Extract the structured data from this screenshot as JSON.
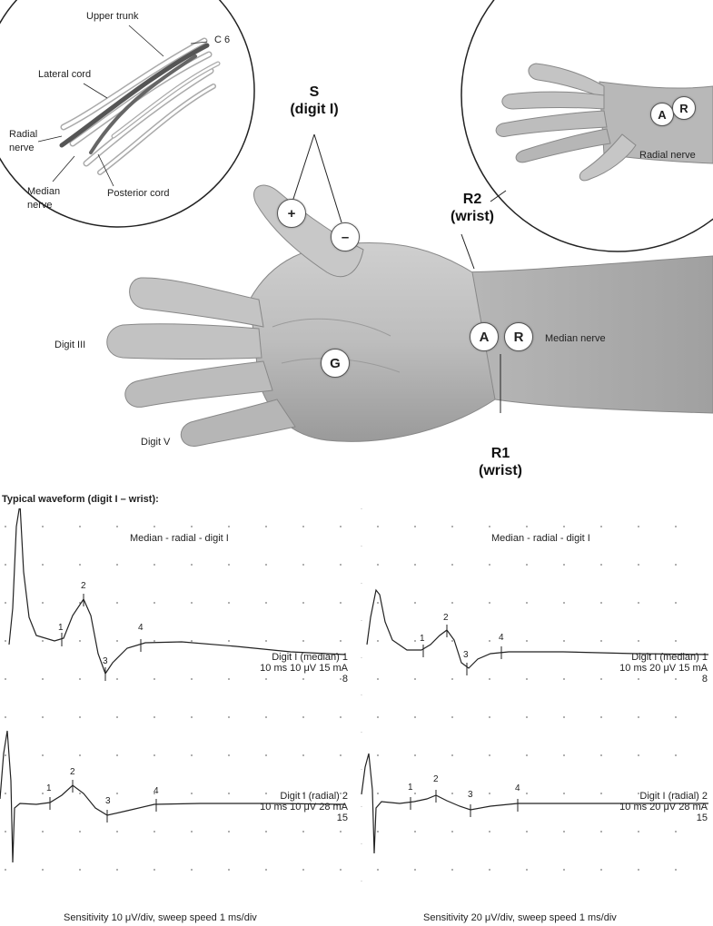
{
  "figure": {
    "plexus_labels": {
      "upper_trunk": "Upper trunk",
      "c6": "C 6",
      "lateral_cord": "Lateral cord",
      "radial_nerve_l1": "Radial",
      "radial_nerve_l2": "nerve",
      "median_nerve_l1": "Median",
      "median_nerve_l2": "nerve",
      "posterior_cord": "Posterior cord"
    },
    "stim_label": {
      "line1": "S",
      "line2": "(digit I)"
    },
    "r2_label": {
      "line1": "R2",
      "line2": "(wrist)"
    },
    "r1_label": {
      "line1": "R1",
      "line2": "(wrist)"
    },
    "inset_radial_nerve": "Radial nerve",
    "median_nerve": "Median nerve",
    "digit3": "Digit III",
    "digit5": "Digit V",
    "markers": {
      "plus": "+",
      "minus": "–",
      "ground": "G",
      "active": "A",
      "reference": "R"
    }
  },
  "waveforms": {
    "section_title": "Typical waveform (digit I – wrist):",
    "peak_numbers": [
      "1",
      "2",
      "3",
      "4"
    ],
    "panels": [
      {
        "title": "Median - radial - digit I",
        "trace1": {
          "label": "Digit I (median) 1",
          "settings": "10 ms 10 μV 15 mA",
          "extra": "8"
        },
        "trace2": {
          "label": "Digit I (radial) 2",
          "settings": "10 ms 10 μV 28 mA",
          "extra": "15"
        },
        "footer": "Sensitivity 10 μV/div, sweep speed 1 ms/div"
      },
      {
        "title": "Median - radial - digit I",
        "trace1": {
          "label": "Digit I (median) 1",
          "settings": "10 ms 20 μV 15 mA",
          "extra": "8"
        },
        "trace2": {
          "label": "Digit I (radial) 2",
          "settings": "10 ms 20 μV 28 mA",
          "extra": "15"
        },
        "footer": "Sensitivity 20 μV/div, sweep speed 1 ms/div"
      }
    ]
  }
}
